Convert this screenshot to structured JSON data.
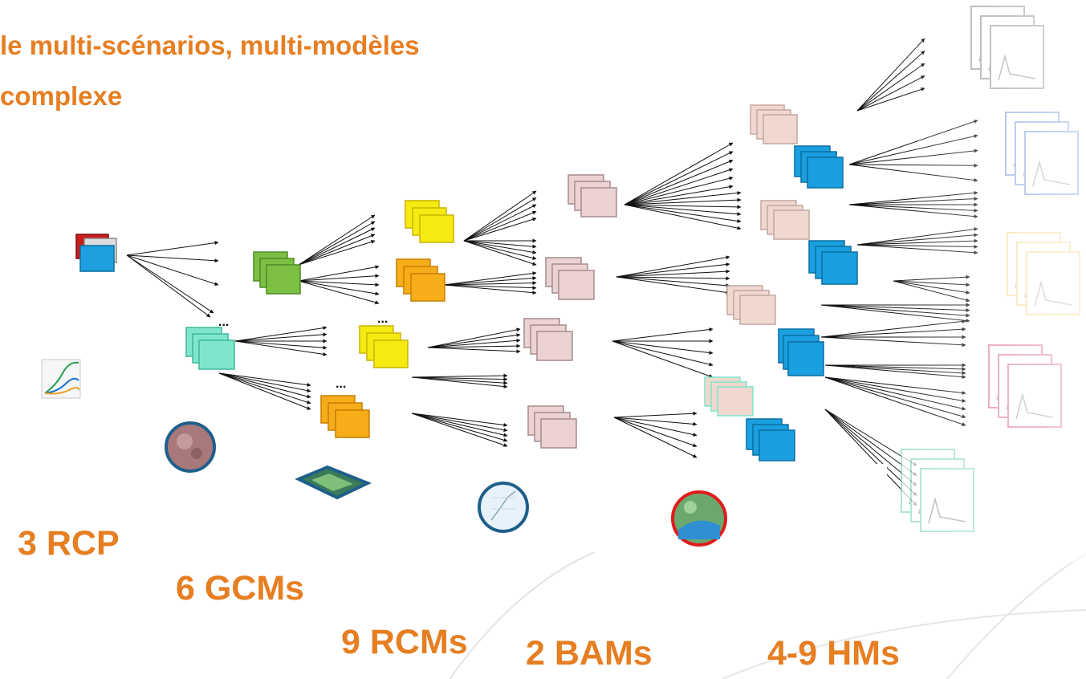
{
  "title": {
    "line1": "le multi-scénarios, multi-modèles",
    "line2": "complexe"
  },
  "stages": [
    {
      "label": "3 RCP"
    },
    {
      "label": "6 GCMs"
    },
    {
      "label": "9 RCMs"
    },
    {
      "label": "2 BAMs"
    },
    {
      "label": "4-9 HMs"
    }
  ],
  "ellipsis": "...",
  "colors": {
    "label": "#e67e22",
    "rcp_red": "#cc1b1b",
    "rcp_blue": "#1ea0e0",
    "gcm_green": "#7cc043",
    "gcm_teal": "#7fe6cc",
    "rcm_yellow": "#f7ea12",
    "rcm_orange": "#f6ad1a",
    "bam_pink": "#ecd3d3",
    "hm_blue": "#1a9fe0",
    "circle_blue": "#1e5f8a",
    "circle_red": "#e01b1b"
  }
}
